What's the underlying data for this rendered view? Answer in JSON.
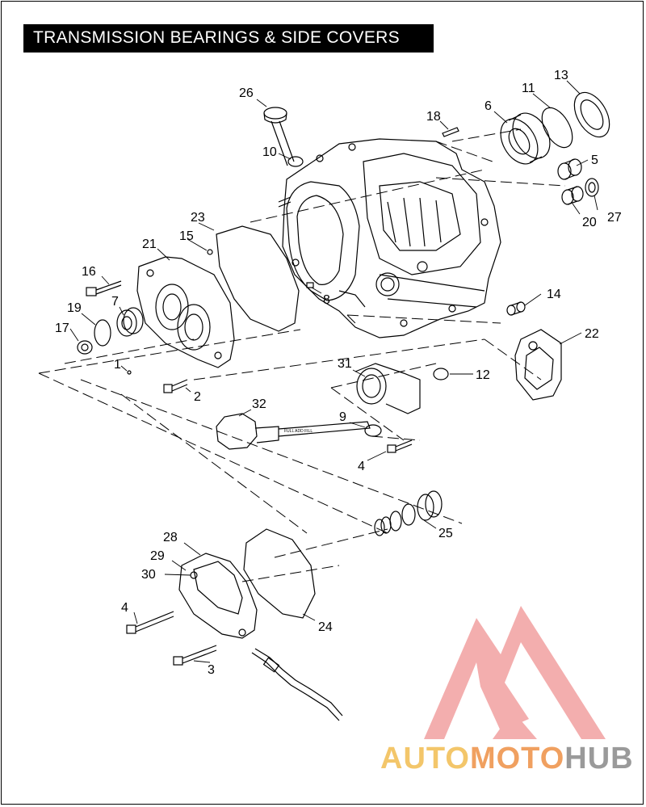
{
  "title": "TRANSMISSION BEARINGS & SIDE COVERS",
  "callouts": {
    "c1": "1",
    "c2": "2",
    "c3": "3",
    "c4a": "4",
    "c4b": "4",
    "c5": "5",
    "c6": "6",
    "c7": "7",
    "c8": "8",
    "c9": "9",
    "c10": "10",
    "c11": "11",
    "c12": "12",
    "c13": "13",
    "c14": "14",
    "c15": "15",
    "c16": "16",
    "c17": "17",
    "c18": "18",
    "c19": "19",
    "c20": "20",
    "c21": "21",
    "c22": "22",
    "c23": "23",
    "c24": "24",
    "c25": "25",
    "c26": "26",
    "c27": "27",
    "c28": "28",
    "c29": "29",
    "c30": "30",
    "c31": "31",
    "c32": "32"
  },
  "dipstick_marking": "FULL  ADD  FILL",
  "watermark": {
    "auto": "AUTO",
    "moto": "MOTO",
    "hub": "HUB"
  },
  "colors": {
    "watermark_triangle": "#f2a0a0",
    "line": "#000000",
    "background": "#ffffff"
  }
}
